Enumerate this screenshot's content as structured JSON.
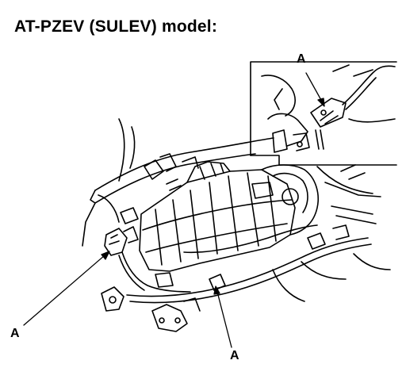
{
  "header": {
    "title": "AT-PZEV (SULEV) model:"
  },
  "callouts": {
    "inset_connector": "A",
    "left_connector": "A",
    "bottom_connector": "A"
  },
  "colors": {
    "ink": "#000000",
    "paper": "#ffffff"
  }
}
